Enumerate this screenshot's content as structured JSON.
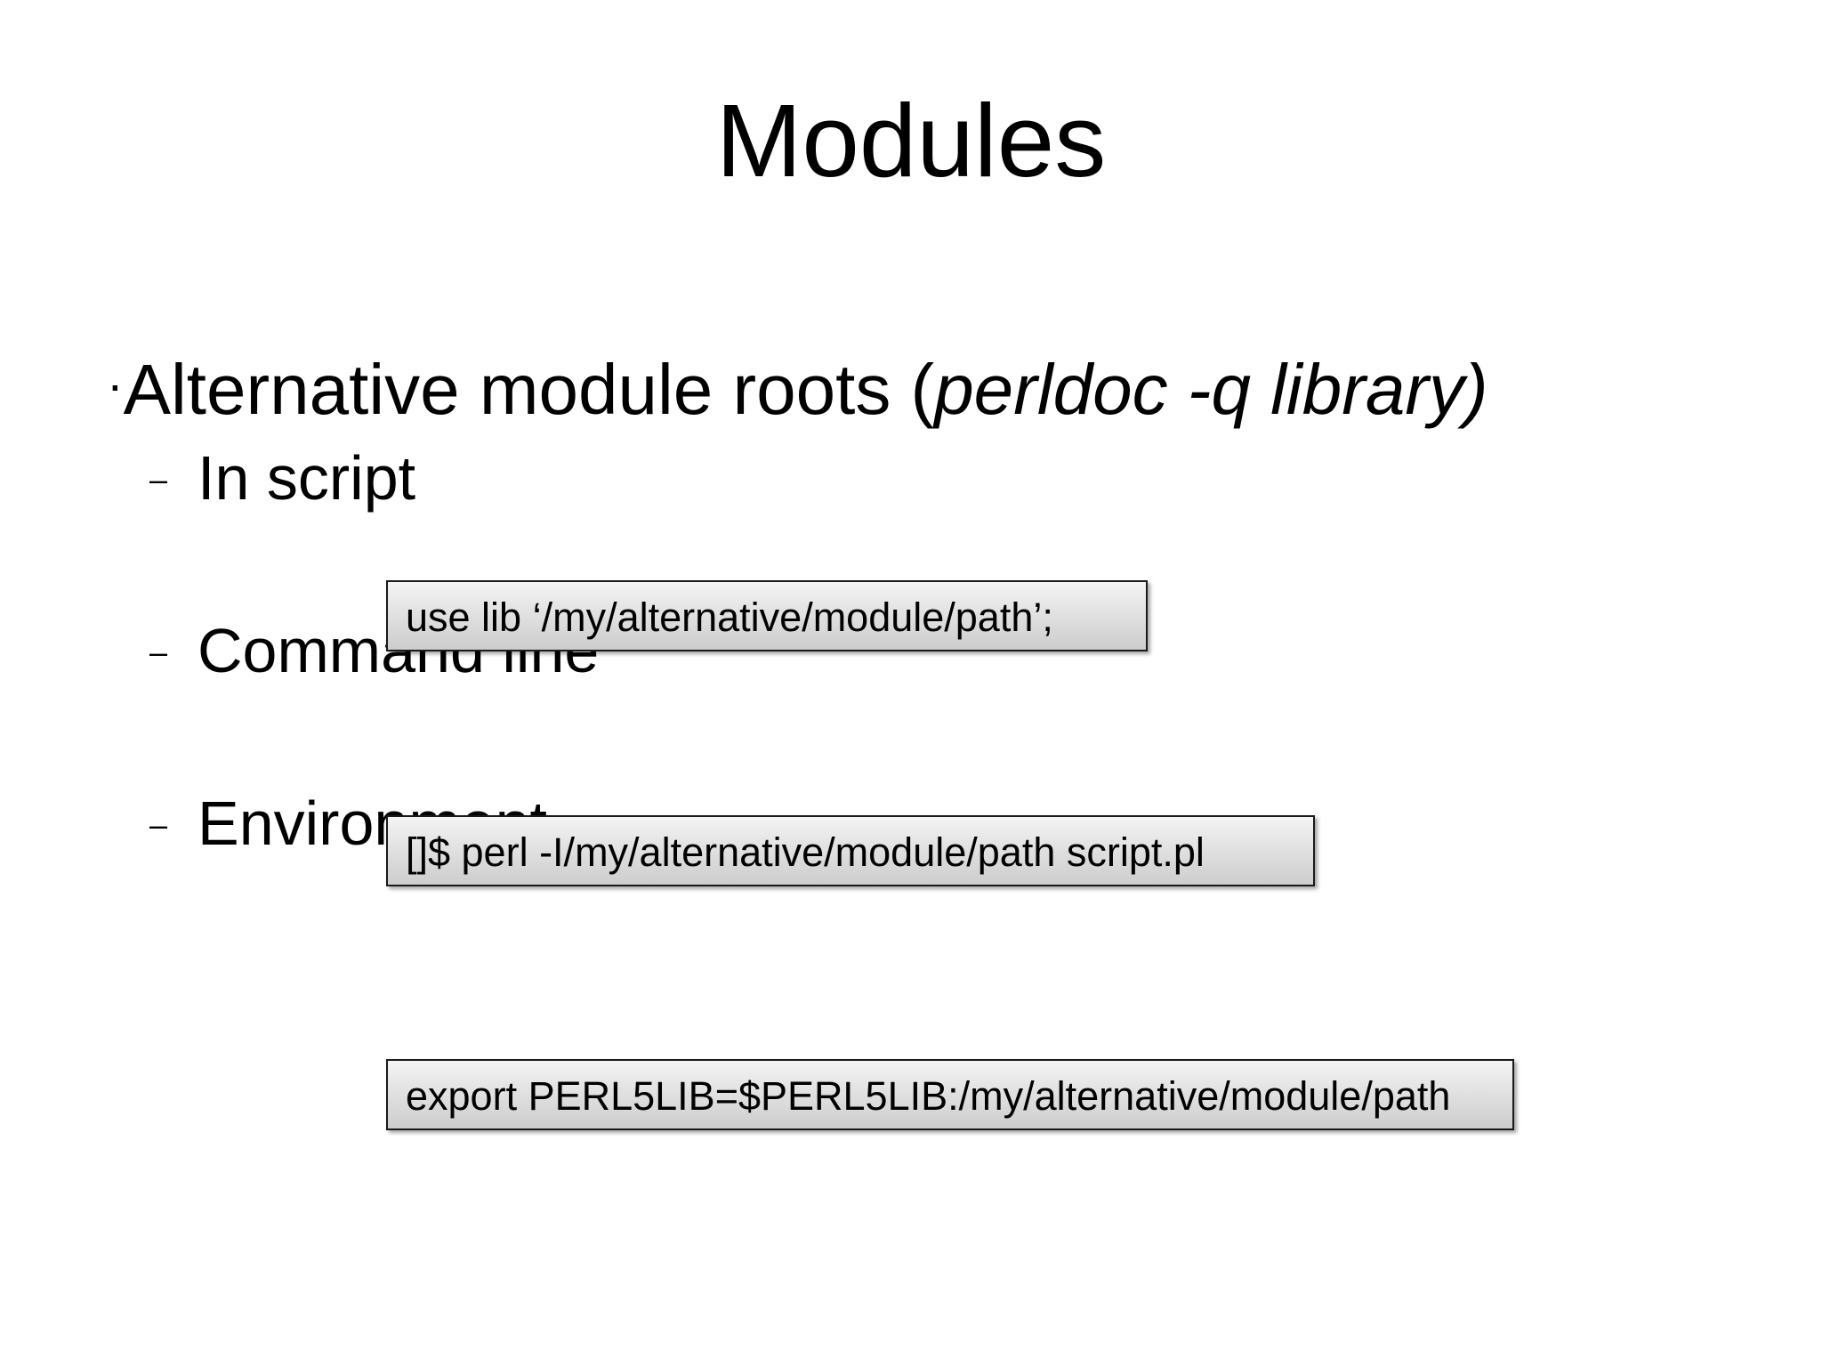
{
  "slide": {
    "title": "Modules",
    "main_bullet": {
      "marker": "·",
      "text_before": "Alternative module roots (",
      "text_italic": "perldoc -q library)"
    },
    "sub_bullets": [
      {
        "marker": "–",
        "label": "In script"
      },
      {
        "marker": "–",
        "label": "Command line"
      },
      {
        "marker": "–",
        "label": "Environment"
      }
    ],
    "code_boxes": [
      {
        "text": "use lib ‘/my/alternative/module/path’;"
      },
      {
        "text": "[]$ perl -I/my/alternative/module/path script.pl"
      },
      {
        "text": "export PERL5LIB=$PERL5LIB:/my/alternative/module/path"
      }
    ]
  }
}
